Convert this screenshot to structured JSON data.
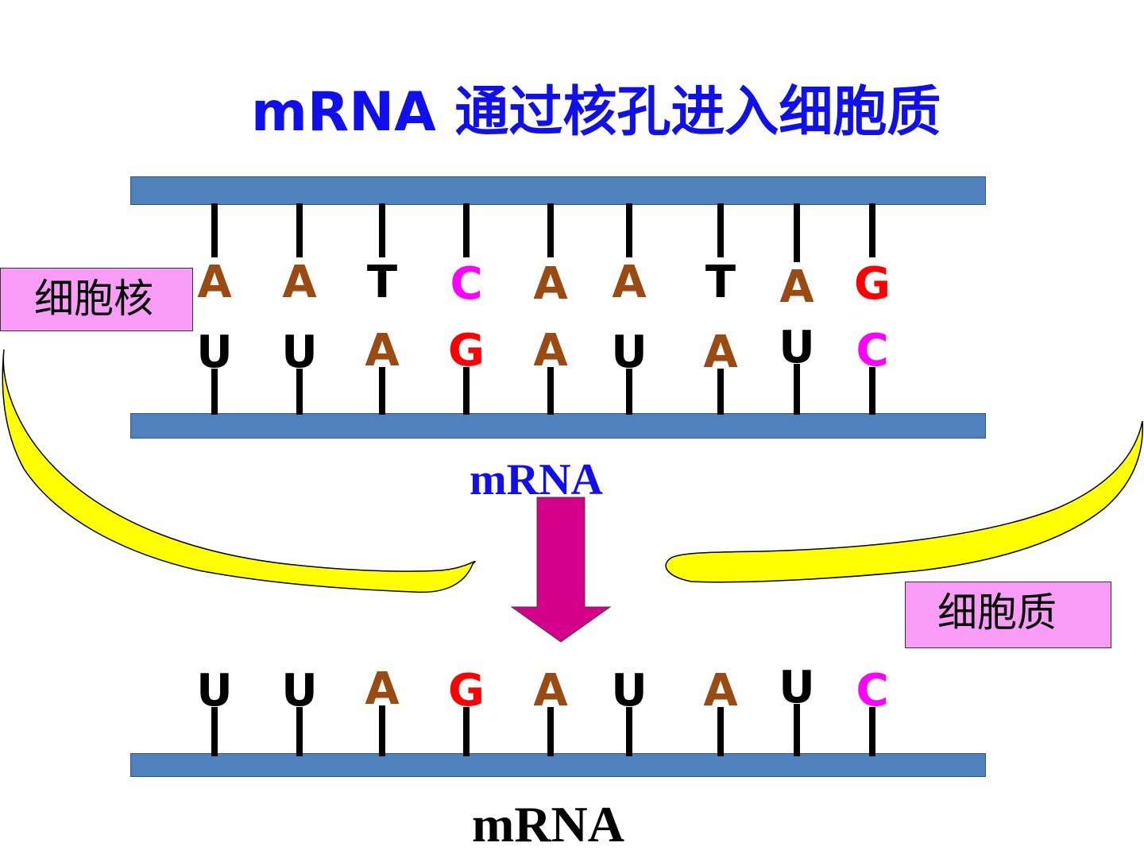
{
  "title": "mRNA 通过核孔进入细胞质",
  "nucleus_label": "细胞核",
  "cytoplasm_label": "细胞质",
  "mrna_label_middle": "mRNA",
  "mrna_label_bottom": "mRNA",
  "colors": {
    "A": "#9b4a12",
    "T": "#000000",
    "C": "#ff00ff",
    "G": "#ff0000",
    "U": "#000000",
    "strand": "#4f81bd",
    "membrane": "#ffff00",
    "arrow": "#d4008c",
    "title": "#1010ee",
    "label_box": "#f99cf7"
  },
  "dna_template": [
    "A",
    "A",
    "T",
    "C",
    "A",
    "A",
    "T",
    "A",
    "G"
  ],
  "mrna_paired": [
    "U",
    "U",
    "A",
    "G",
    "A",
    "U",
    "A",
    "U",
    "C"
  ],
  "mrna_released": [
    "U",
    "U",
    "A",
    "G",
    "A",
    "U",
    "A",
    "U",
    "C"
  ]
}
